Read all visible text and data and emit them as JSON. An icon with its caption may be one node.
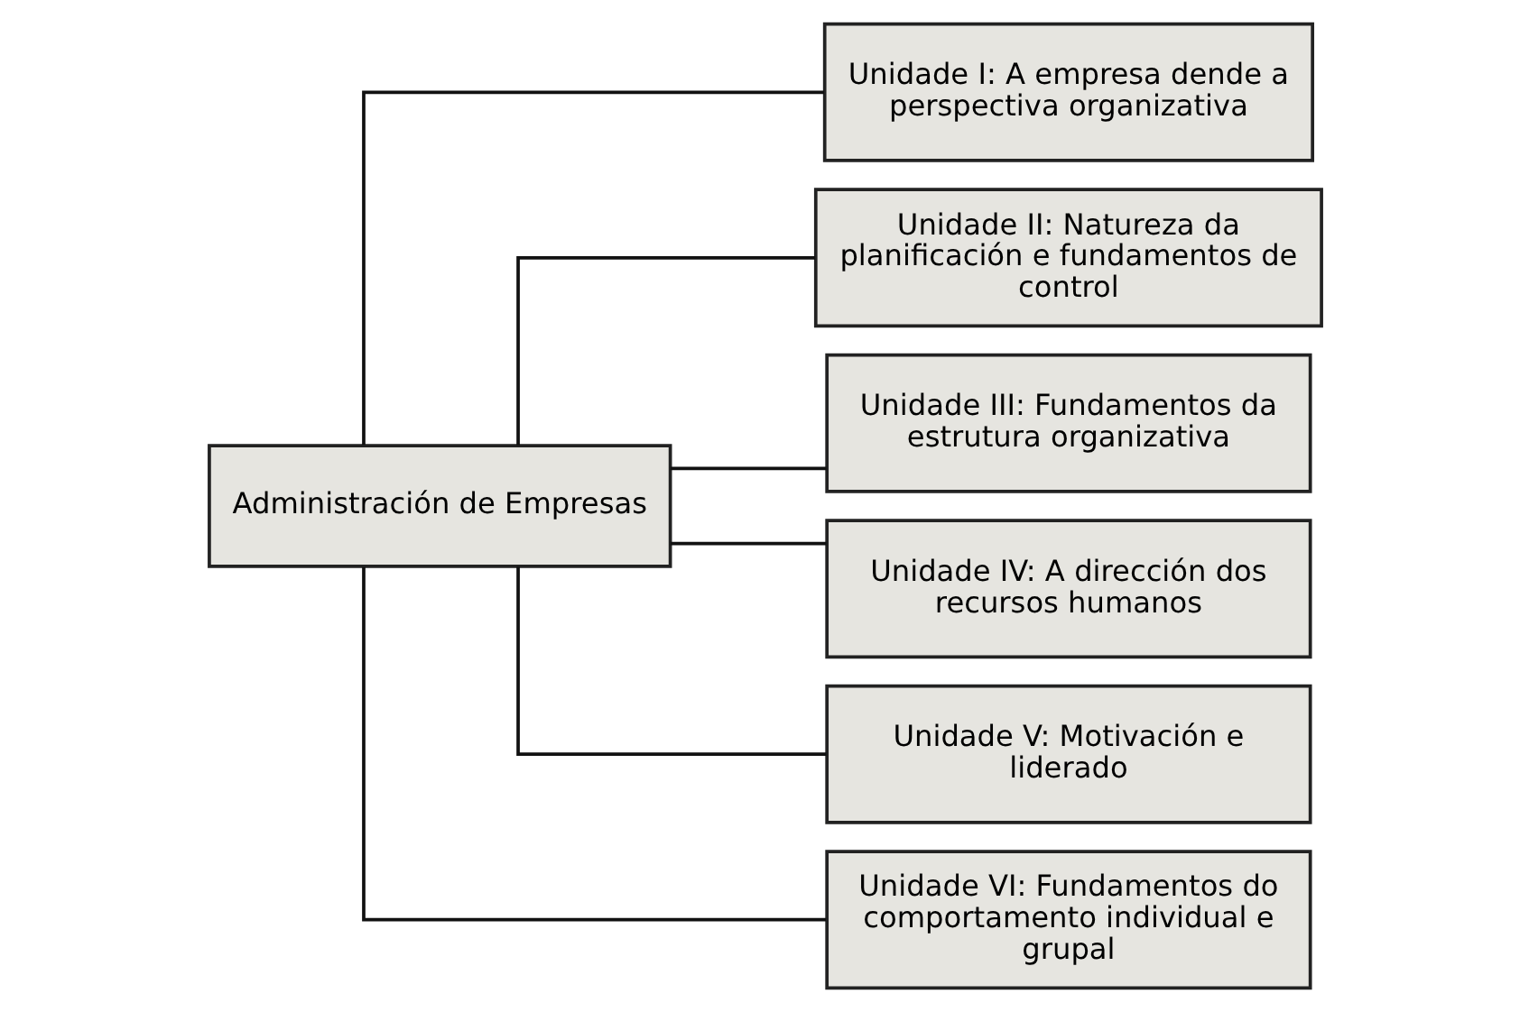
{
  "diagram": {
    "nodes": [
      {
        "text": [
          "Administración de Empresas"
        ]
      },
      {
        "text": [
          "Unidade I: A empresa dende a perspectiva organizativa"
        ]
      },
      {
        "text": [
          "Unidade II: Natureza da planificación e fundamentos de control"
        ]
      },
      {
        "text": [
          "Unidade III: Fundamentos da estrutura organizativa"
        ]
      },
      {
        "text": [
          "Unidade IV: A dirección dos recursos humanos"
        ]
      },
      {
        "text": [
          "Unidade V: Motivación e liderado"
        ]
      },
      {
        "text": [
          "Unidade VI: Fundamentos do comportamento individual e grupal"
        ]
      }
    ],
    "edges": [
      {
        "from": 0,
        "to": 1,
        "arrow": "none"
      },
      {
        "from": 0,
        "to": 2,
        "arrow": "none"
      },
      {
        "from": 0,
        "to": 3,
        "arrow": "none"
      },
      {
        "from": 0,
        "to": 4,
        "arrow": "none"
      },
      {
        "from": 0,
        "to": 5,
        "arrow": "none"
      },
      {
        "from": 0,
        "to": 6,
        "arrow": "none"
      }
    ]
  }
}
